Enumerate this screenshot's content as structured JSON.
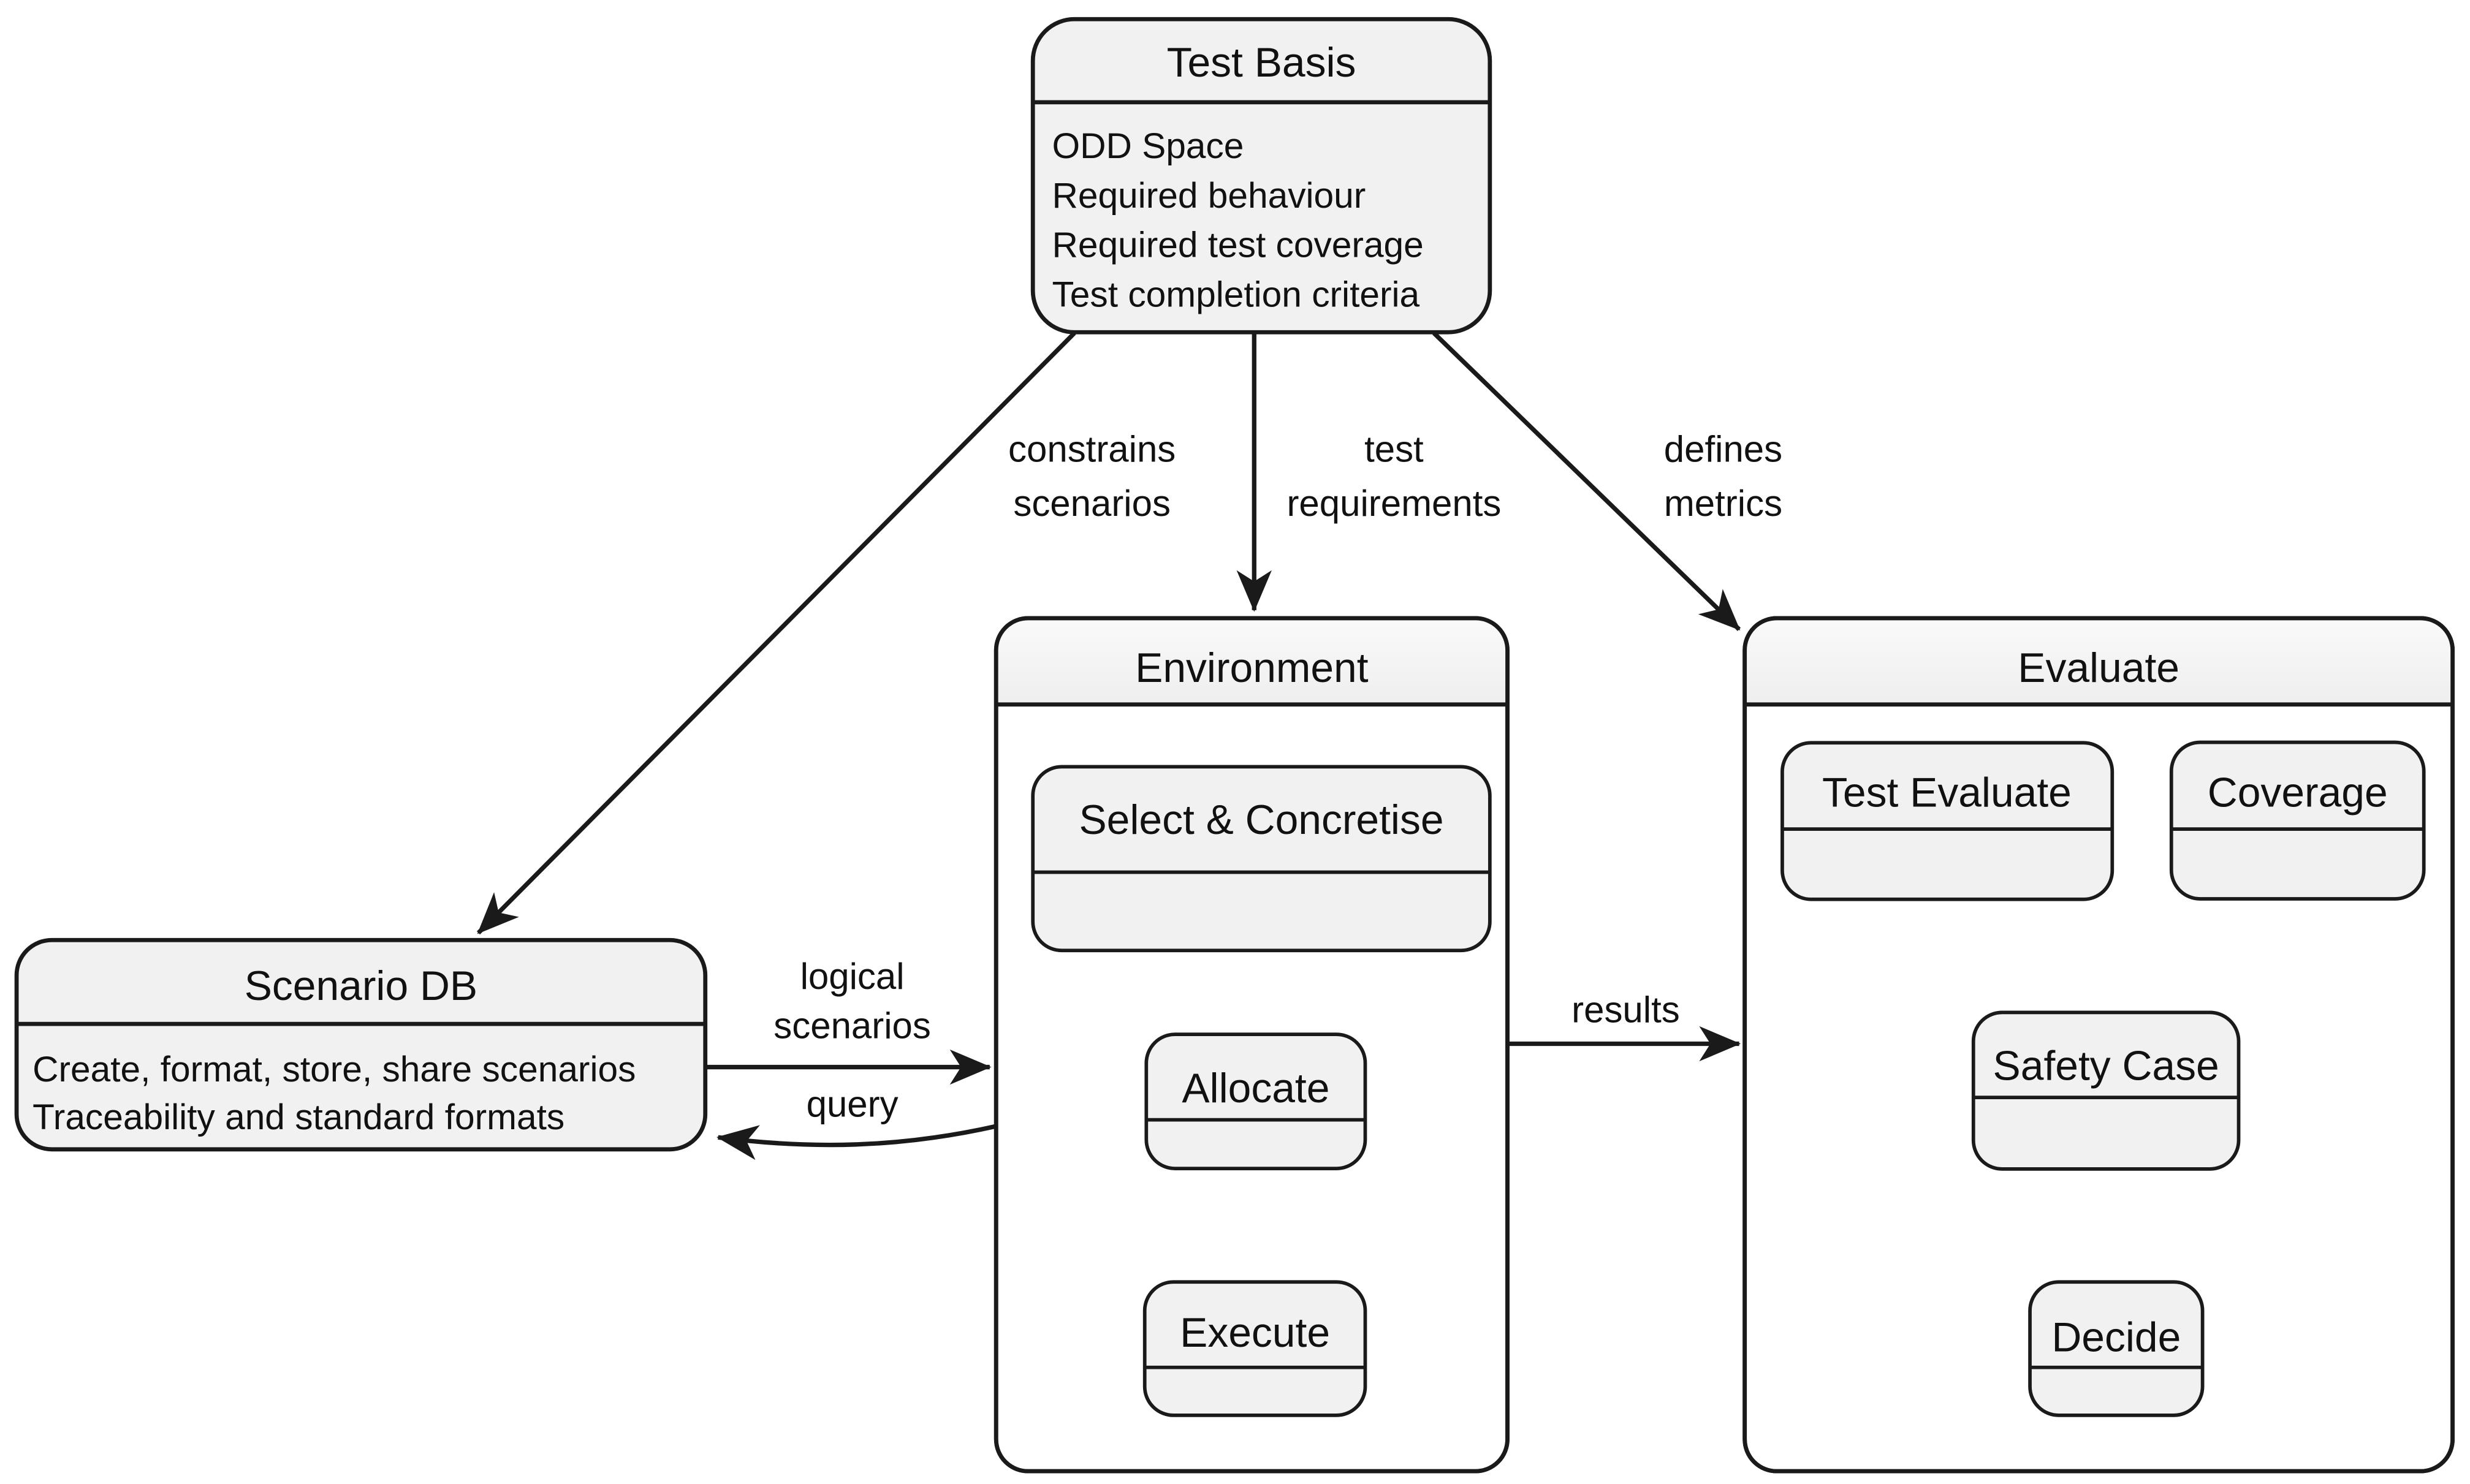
{
  "diagram": {
    "title_hint": "scenario-based testing process diagram",
    "colors": {
      "background": "#ffffff",
      "box_fill": "#f1f1f1",
      "stroke": "#1a1a1a"
    },
    "test_basis": {
      "title": "Test Basis",
      "items": [
        "ODD Space",
        "Required behaviour",
        "Required test coverage",
        "Test completion criteria"
      ]
    },
    "scenario_db": {
      "title": "Scenario DB",
      "items": [
        "Create, format, store, share scenarios",
        "Traceability and standard formats"
      ]
    },
    "environment": {
      "title": "Environment",
      "nodes": {
        "select": "Select & Concretise",
        "allocate": "Allocate",
        "execute": "Execute"
      }
    },
    "evaluate": {
      "title": "Evaluate",
      "nodes": {
        "test_evaluate": "Test Evaluate",
        "coverage": "Coverage",
        "safety_case": "Safety Case",
        "decide": "Decide"
      }
    },
    "edge_labels": {
      "constrains": [
        "constrains",
        "scenarios"
      ],
      "test_requirements": [
        "test",
        "requirements"
      ],
      "defines_metrics": [
        "defines",
        "metrics"
      ],
      "logical_scenarios": [
        "logical",
        "scenarios"
      ],
      "query": "query",
      "results": "results"
    }
  }
}
